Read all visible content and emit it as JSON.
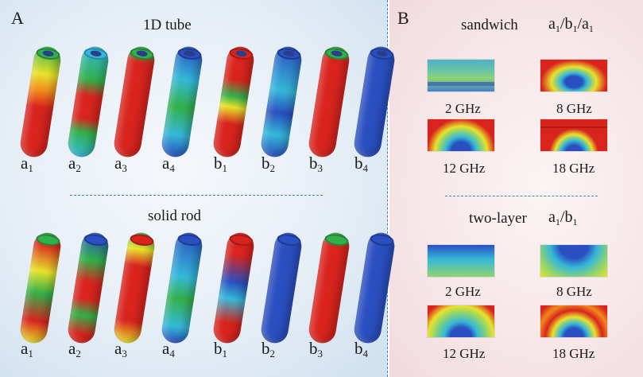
{
  "panel_a": {
    "letter": "A",
    "tube_title": "1D tube",
    "rod_title": "solid rod",
    "label_letters": [
      "a",
      "a",
      "a",
      "a",
      "b",
      "b",
      "b",
      "b"
    ],
    "label_subs": [
      "1",
      "2",
      "3",
      "4",
      "1",
      "2",
      "3",
      "4"
    ]
  },
  "panel_b": {
    "letter": "B",
    "sandwich_title": "sandwich",
    "sandwich_formula": {
      "p1": "a",
      "s1": "1",
      "p2": "/b",
      "s2": "1",
      "p3": "/a",
      "s3": "1"
    },
    "twolayer_title": "two-layer",
    "twolayer_formula": {
      "p1": "a",
      "s1": "1",
      "p2": "/b",
      "s2": "1"
    },
    "freqs": [
      "2 GHz",
      "8 GHz",
      "12 GHz",
      "18 GHz"
    ]
  },
  "colors": {
    "red": "#d9241e",
    "orange": "#f08a1c",
    "yellow": "#e8e22a",
    "green": "#32b04a",
    "cyan": "#35b8d8",
    "blue": "#2a4fc0",
    "divider": "#3e7fc2"
  }
}
